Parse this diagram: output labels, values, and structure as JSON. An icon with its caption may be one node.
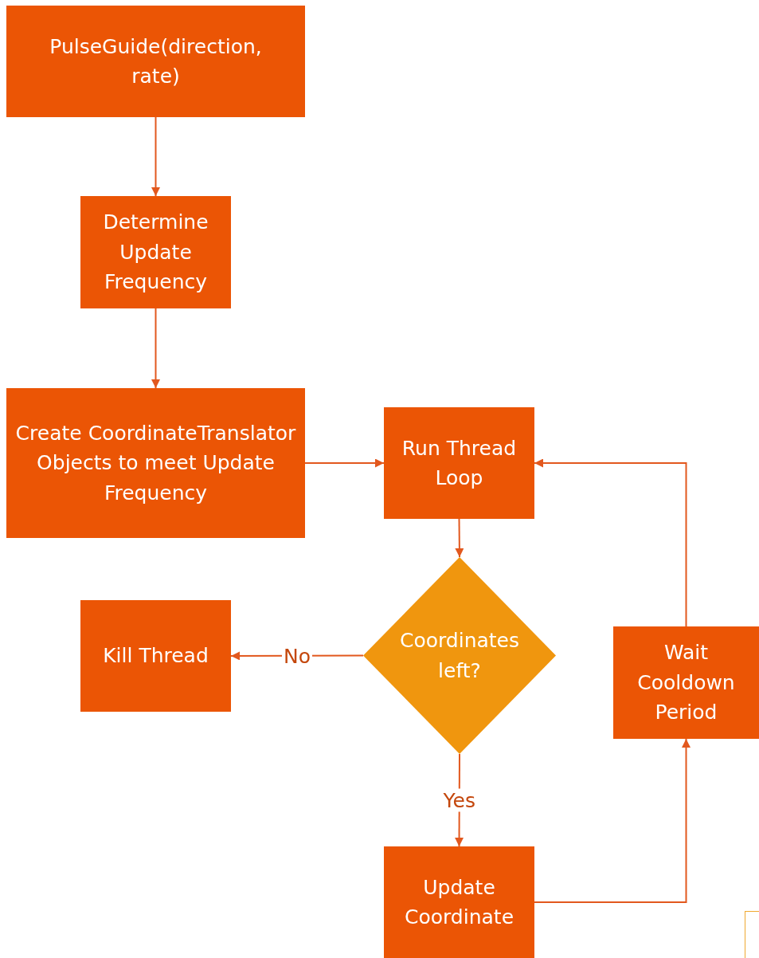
{
  "diagram": {
    "nodes": [
      {
        "text": [
          "PulseGuide(direction, rate)"
        ]
      },
      {
        "text": [
          "Determine Update Frequency"
        ]
      },
      {
        "text": [
          "Create CoordinateTranslator Objects to meet Update Frequency"
        ]
      },
      {
        "text": [
          "Run Thread Loop"
        ]
      },
      {
        "text": [
          "Coordinates left?"
        ]
      },
      {
        "text": [
          "Kill Thread"
        ]
      },
      {
        "text": [
          "Wait Cooldown Period"
        ]
      },
      {
        "text": [
          "Update Coordinate"
        ]
      },
      {
        "text": [],
        "shape": "box"
      }
    ],
    "edges": [
      {
        "from": 0,
        "to": 1,
        "arrow": "to"
      },
      {
        "from": 1,
        "to": 2,
        "arrow": "to"
      },
      {
        "from": 2,
        "to": 3,
        "arrow": "to"
      },
      {
        "from": 3,
        "to": 4,
        "arrow": "to"
      },
      {
        "from": 4,
        "to": 5,
        "arrow": "to",
        "label": "No"
      },
      {
        "from": 4,
        "to": 7,
        "arrow": "to",
        "label": "Yes"
      },
      {
        "from": 7,
        "to": 6,
        "arrow": "to"
      },
      {
        "from": 6,
        "to": 3,
        "arrow": "to"
      }
    ]
  }
}
